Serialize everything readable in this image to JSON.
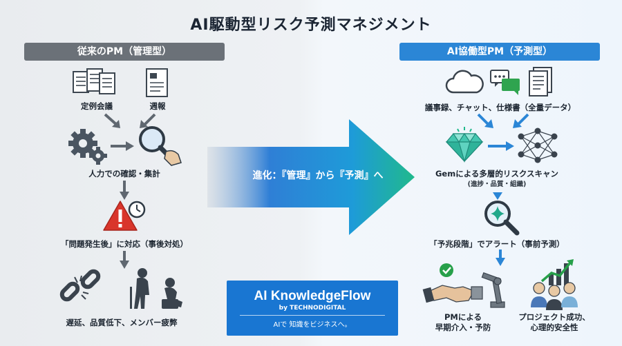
{
  "title": "AI駆動型リスク予測マネジメント",
  "left": {
    "header": "従来のPM（管理型）",
    "meetings_label": "定例会議",
    "weekly_label": "週報",
    "manual_label": "人力での確認・集計",
    "reactive_label": "「問題発生後」に対応（事後対処）",
    "result_label": "遅延、品質低下、メンバー疲弊"
  },
  "center": {
    "arrow_text": "進化：『管理』から『予測』へ"
  },
  "brand": {
    "name": "AI KnowledgeFlow",
    "by": "by TECHNODIGITAL",
    "tagline": "AIで 知識をビジネスへ。"
  },
  "right": {
    "header": "AI協働型PM（予測型）",
    "sources_label": "議事録、チャット、仕様書（全量データ）",
    "scan_label": "Gemによる多層的リスクスキャン",
    "scan_sub": "(進捗・品質・組織)",
    "alert_label": "「予兆段階」でアラート（事前予測）",
    "intervene_label_1": "PMによる",
    "intervene_label_2": "早期介入・予防",
    "success_label_1": "プロジェクト成功、",
    "success_label_2": "心理的安全性"
  },
  "colors": {
    "accent_blue": "#2b86d6",
    "left_header_gray": "#6b7178",
    "brand_blue": "#1976d2",
    "alert_red": "#d9352b"
  }
}
